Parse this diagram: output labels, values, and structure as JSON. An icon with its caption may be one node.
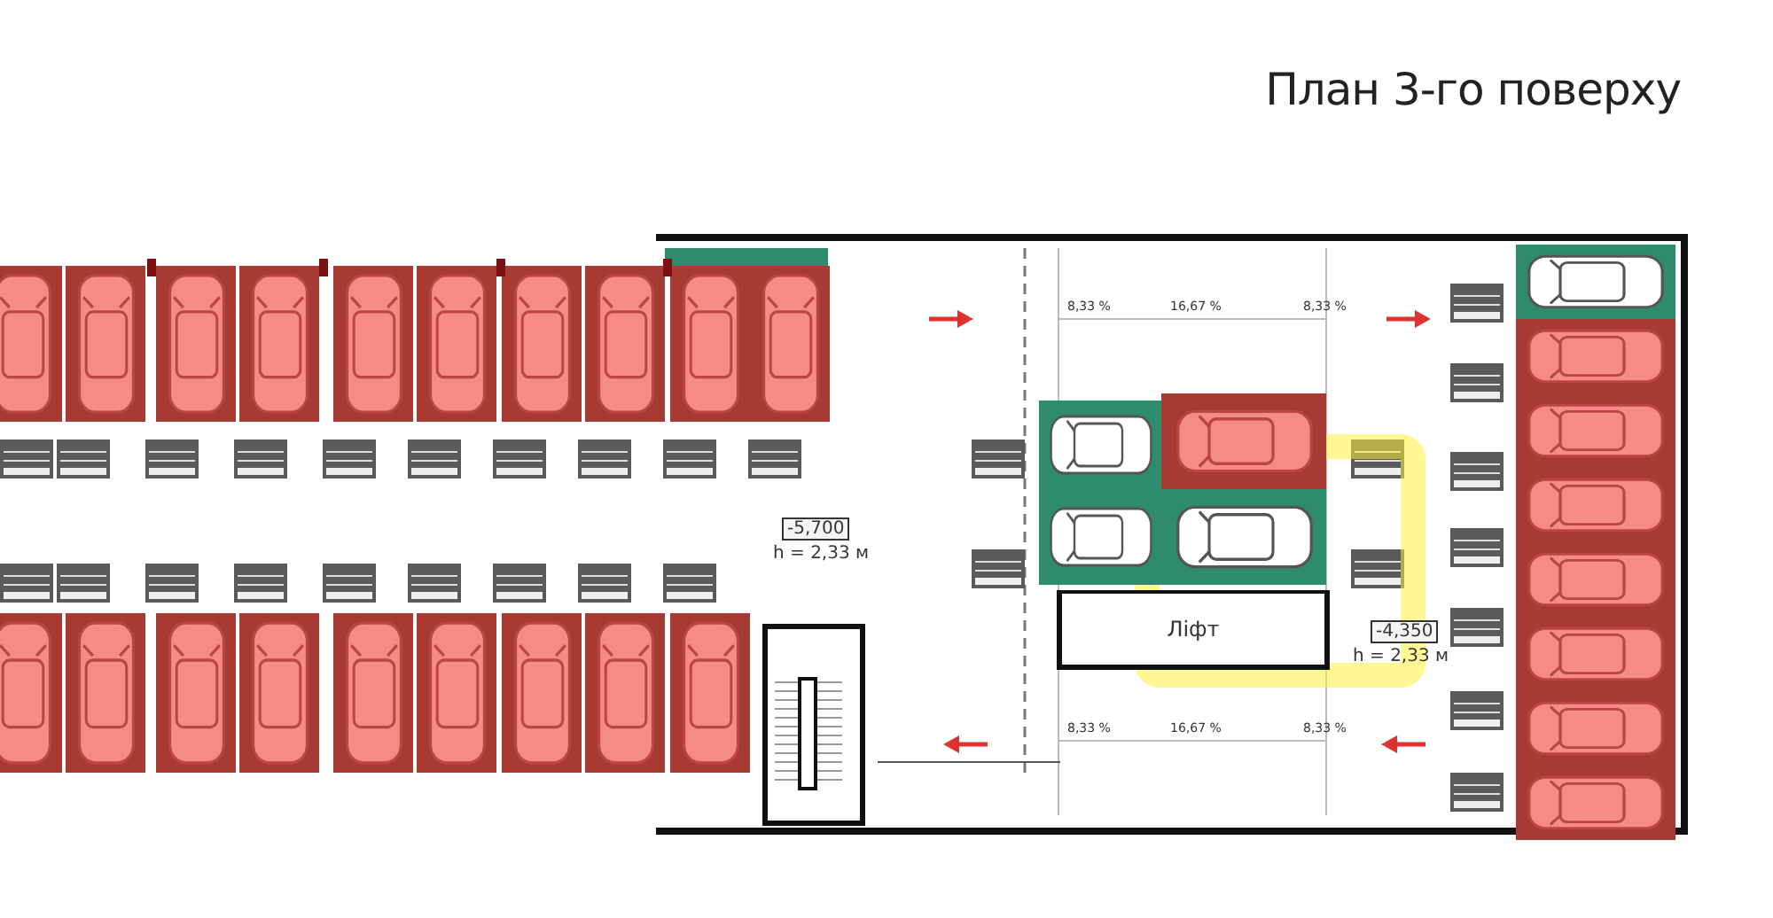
{
  "diagram": {
    "title": "План 3-го поверху",
    "nodes": [
      {
        "text": [
          "-5,700"
        ],
        "beside": [
          "h = 2,33 м"
        ]
      },
      {
        "text": [
          "-4,350"
        ],
        "beside": [
          "h = 2,33 м"
        ]
      },
      {
        "text": [
          "Ліфт"
        ]
      }
    ],
    "labels": [
      "8,33 %",
      "16,67 %",
      "8,33 %",
      "8,33 %",
      "16,67 %",
      "8,33 %"
    ]
  }
}
